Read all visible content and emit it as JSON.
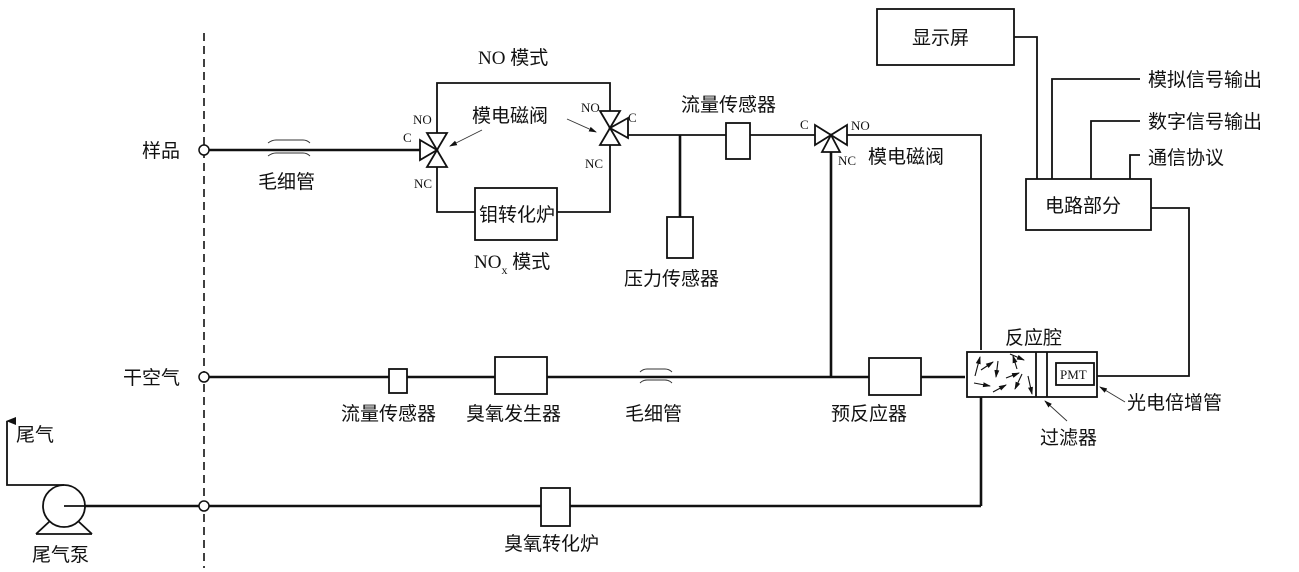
{
  "diagram": {
    "title": "NO/NOx chemiluminescence analyzer gas path and circuit schematic",
    "inlets": {
      "sample": "样品",
      "dry_air": "干空气",
      "exhaust": "尾气",
      "exhaust_pump": "尾气泵"
    },
    "sample_path": {
      "capillary": "毛细管",
      "no_mode": "NO 模式",
      "nox_mode_prefix": "NO",
      "nox_mode_sub": "x",
      "nox_mode_suffix": " 模式",
      "solenoid_valve": "模电磁阀",
      "molybdenum_converter": "钼转化炉",
      "flow_sensor": "流量传感器",
      "pressure_sensor": "压力传感器",
      "solenoid_valve_3": "模电磁阀"
    },
    "valve_ports": {
      "common": "C",
      "normally_open": "NO",
      "normally_closed": "NC"
    },
    "air_path": {
      "flow_sensor": "流量传感器",
      "ozone_generator": "臭氧发生器",
      "capillary": "毛细管",
      "pre_reactor": "预反应器"
    },
    "reaction": {
      "chamber": "反应腔",
      "pmt_box": "PMT",
      "pmt_label": "光电倍增管",
      "filter": "过滤器"
    },
    "exhaust_path": {
      "ozone_converter": "臭氧转化炉"
    },
    "electronics": {
      "display": "显示屏",
      "circuit": "电路部分",
      "analog_output": "模拟信号输出",
      "digital_output": "数字信号输出",
      "protocol": "通信协议"
    }
  }
}
